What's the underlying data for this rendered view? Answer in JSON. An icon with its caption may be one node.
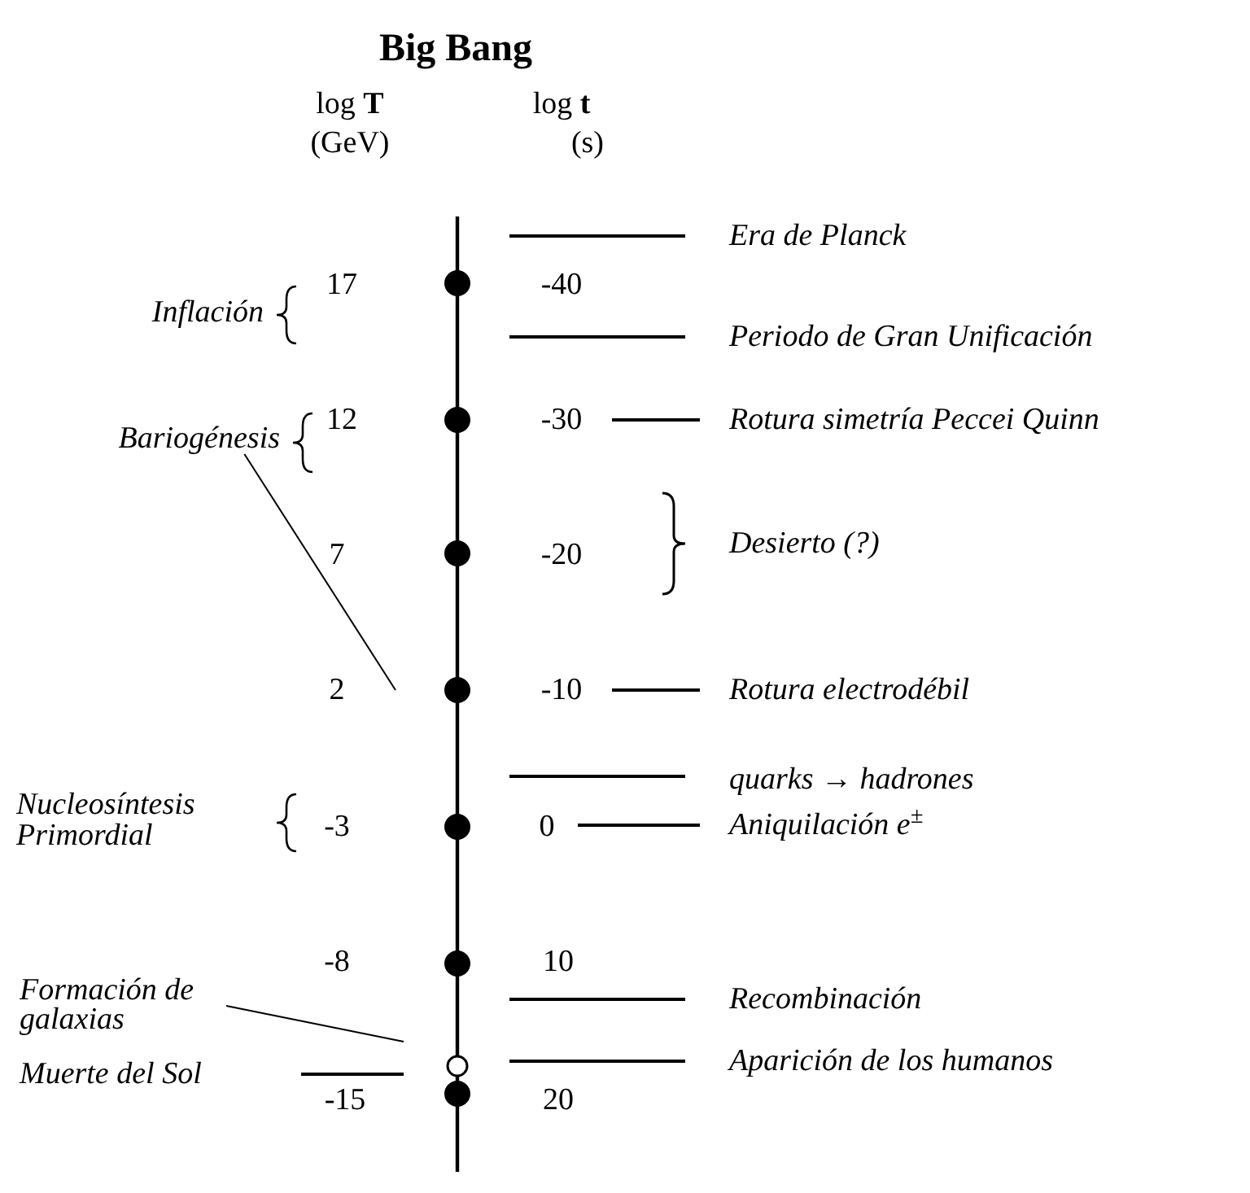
{
  "diagram": {
    "title": "Big Bang",
    "nodes": [
      {
        "text": [
          "Bariogénesis"
        ]
      },
      {
        "text": [
          "Formación de galaxias"
        ]
      }
    ],
    "edges": [
      {
        "from": 0,
        "to": null,
        "arrow": "none"
      },
      {
        "from": 1,
        "to": null,
        "arrow": "none"
      }
    ],
    "labels": [
      "log **T**",
      "log **t**",
      "(GeV)",
      "(s)",
      "Era de Planck",
      "Inflación",
      "17",
      "-40",
      "Periodo de Gran Unificación",
      "12",
      "-30",
      "Rotura simetría Peccei Quinn",
      "7",
      "-20",
      "Desierto (?)",
      "2",
      "-10",
      "Rotura electrodébil",
      "quarks → hadrones",
      "Nucleosíntesis Primordial",
      "-3",
      "0",
      "Aniquilación e$^{±}$",
      "-8",
      "10",
      "Recombinación",
      "Muerte del Sol",
      "Aparición de los humanos",
      "-15",
      "20"
    ]
  }
}
